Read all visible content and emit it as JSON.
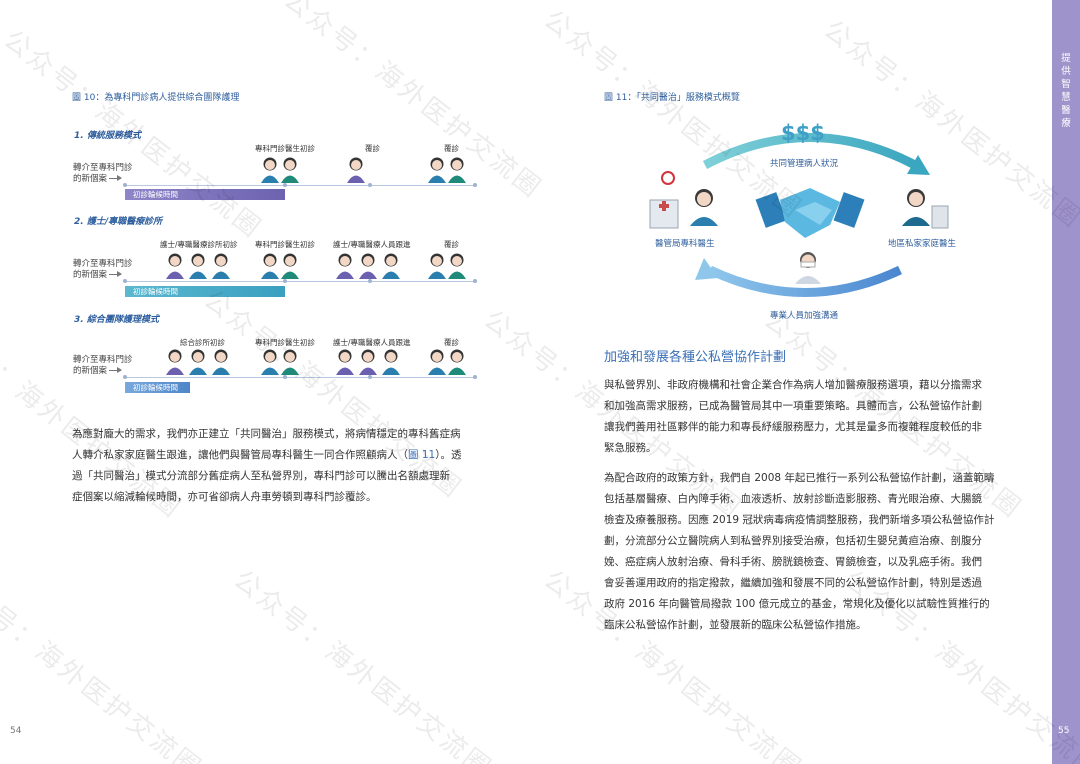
{
  "left": {
    "figure_title": "圖 10：為專科門診病人提供綜合團隊護理",
    "referral_label_l1": "轉介至專科門診",
    "referral_label_l2": "的新個案",
    "sections": [
      {
        "title": "1. 傳統服務模式",
        "columns": [
          "專科門診醫生初診",
          "覆診",
          "覆診"
        ],
        "bar_label": "初診輪候時間"
      },
      {
        "title": "2. 護士/專職醫療診所",
        "columns": [
          "護士/專職醫療診所初診",
          "專科門診醫生初診",
          "護士/專職醫療人員跟進",
          "覆診"
        ],
        "bar_label": "初診輪候時間"
      },
      {
        "title": "3. 綜合團隊護理模式",
        "columns": [
          "綜合診所初診",
          "專科門診醫生初診",
          "護士/專職醫療人員跟進",
          "覆診"
        ],
        "bar_label": "初診輪候時間"
      }
    ],
    "paragraph_lines": [
      "為應對龐大的需求，我們亦正建立「共同醫治」服務模式，將病情穩定的專科舊症病",
      "人轉介私家家庭醫生跟進，讓他們與醫管局專科醫生一同合作照顧病人（",
      "過「共同醫治」模式分流部分舊症病人至私營界別，專科門診可以騰出名額處理新",
      "症個案以縮減輪候時間，亦可省卻病人舟車勞頓到專科門診覆診。"
    ],
    "paragraph_link": "圖 11",
    "paragraph_line2_tail": "）。透",
    "page_number": "54"
  },
  "right": {
    "figure_title": "圖 11：「共同醫治」服務模式概覽",
    "diagram": {
      "money": "$$$",
      "shared": "共同管理病人狀況",
      "left_party": "醫管局專科醫生",
      "right_party": "地區私家家庭醫生",
      "bottom": "專業人員加強溝通"
    },
    "heading": "加強和發展各種公私營協作計劃",
    "paragraph1_lines": [
      "與私營界別、非政府機構和社會企業合作為病人增加醫療服務選項，藉以分擔需求",
      "和加強高需求服務，已成為醫管局其中一項重要策略。具體而言，公私營協作計劃",
      "讓我們善用社區夥伴的能力和專長紓緩服務壓力，尤其是量多而複雜程度較低的非",
      "緊急服務。"
    ],
    "paragraph2_lines": [
      "為配合政府的政策方針，我們自 2008 年起已推行一系列公私營協作計劃，涵蓋範疇",
      "包括基層醫療、白內障手術、血液透析、放射診斷造影服務、青光眼治療、大腸鏡",
      "檢查及療養服務。因應 2019 冠狀病毒病疫情調整服務，我們新增多項公私營協作計",
      "劃，分流部分公立醫院病人到私營界別接受治療，包括初生嬰兒黃疸治療、剖腹分",
      "娩、癌症病人放射治療、骨科手術、膀胱鏡檢查、胃鏡檢查，以及乳癌手術。我們",
      "會妥善運用政府的指定撥款，繼續加強和發展不同的公私營協作計劃，特別是透過",
      "政府 2016 年向醫管局撥款 100 億元成立的基金，常規化及優化以試驗性質推行的",
      "臨床公私營協作計劃，並發展新的臨床公私營協作措施。"
    ],
    "page_number": "55",
    "sidebar_text": "提供智慧醫療"
  },
  "watermark_text": "公众号：海外医护交流圈",
  "colors": {
    "accent_blue": "#2f5f9e",
    "sidebar_purple": "#9f93cc",
    "teal": "#3a9fc0",
    "purple_bar": "#6c63b0"
  }
}
